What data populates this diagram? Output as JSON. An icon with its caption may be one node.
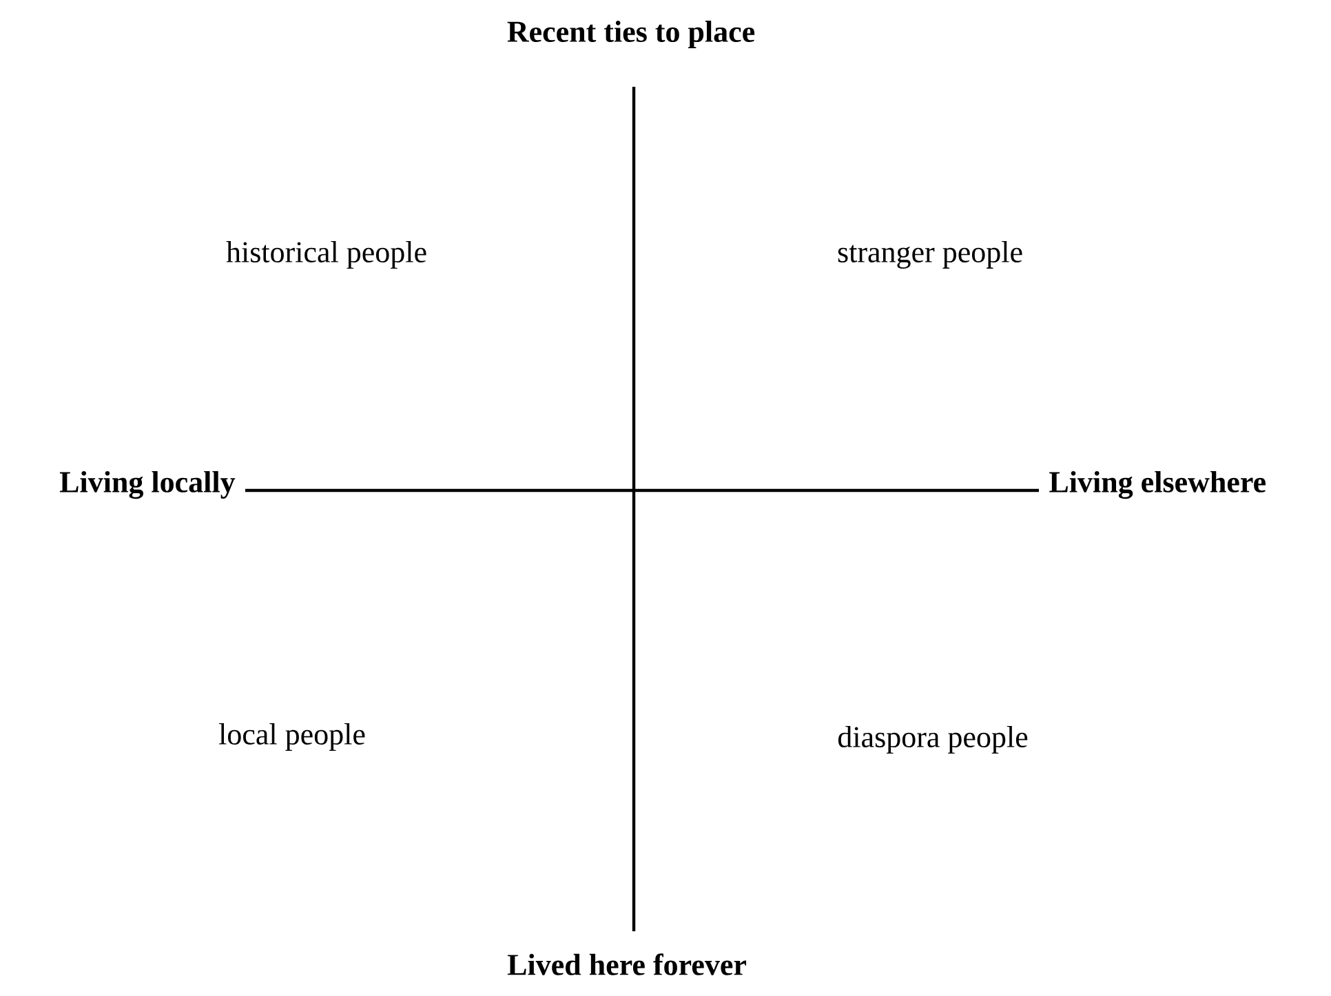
{
  "diagram": {
    "labels": [
      "Recent ties to place",
      "historical people",
      "stranger people",
      "Living locally",
      "Living elsewhere",
      "local people",
      "diaspora people",
      "Lived here forever"
    ]
  }
}
